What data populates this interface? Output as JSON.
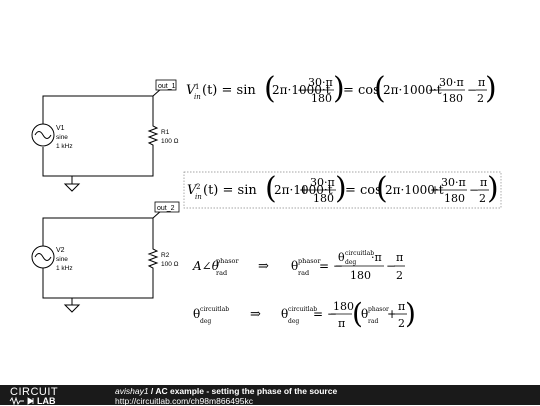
{
  "circuit1": {
    "net_label": "out_1",
    "source_name": "V1",
    "source_type": "sine",
    "source_freq": "1 kHz",
    "resistor_name": "R1",
    "resistor_value": "100 Ω"
  },
  "circuit2": {
    "net_label": "out_2",
    "source_name": "V2",
    "source_type": "sine",
    "source_freq": "1 kHz",
    "resistor_name": "R2",
    "resistor_value": "100 Ω"
  },
  "equations": {
    "eq1": {
      "lhs_V": "V",
      "lhs_sub": "in",
      "lhs_sup": "1",
      "t_arg": "(t) = sin",
      "pi_expr": "2π·1000·t",
      "minus": "−",
      "frac_num": "30·π",
      "frac_den": "180",
      "eq_cos": "= cos",
      "pi_expr2": "2π·1000·t",
      "frac_num2": "30·π",
      "frac_den2": "180",
      "frac_num3": "π",
      "frac_den3": "2"
    },
    "eq2": {
      "lhs_V": "V",
      "lhs_sub": "in",
      "lhs_sup": "2",
      "t_arg": "(t) = sin",
      "pi_expr": "2π·1000·t",
      "plus": "+",
      "frac_num": "30·π",
      "frac_den": "180",
      "eq_cos": "= cos",
      "pi_expr2": "2π·1000·t",
      "frac_num2": "30·π",
      "frac_den2": "180",
      "frac_num3": "π",
      "frac_den3": "2"
    },
    "eq3": {
      "lhs": "A∠θ",
      "lhs_sup": "phasor",
      "lhs_sub": "rad",
      "arrow": "⇒",
      "theta": "θ",
      "theta_sup": "phasor",
      "theta_sub": "rad",
      "eq": "= −",
      "num_theta": "θ",
      "num_sup": "circuitlab",
      "num_sub": "deg",
      "num_rest": "·π",
      "den": "180",
      "minus": "−",
      "pi_num": "π",
      "pi_den": "2"
    },
    "eq4": {
      "theta": "θ",
      "theta_sup": "circuitlab",
      "theta_sub": "deg",
      "arrow": "⇒",
      "rhs_theta": "θ",
      "rhs_sup": "circuitlab",
      "rhs_sub": "deg",
      "eq": "= −",
      "num": "180",
      "den": "π",
      "inner_theta": "θ",
      "inner_sup": "phasor",
      "inner_sub": "rad",
      "plus": "+",
      "pi_num": "π",
      "pi_den": "2"
    }
  },
  "footer": {
    "logo_top": "CIRCUIT",
    "logo_bottom": "LAB",
    "user": "avishay1",
    "separator": " / ",
    "title": "AC example - setting the phase of the source",
    "url": "http://circuitlab.com/ch98m866495kc"
  },
  "colors": {
    "footer_bg": "#1a1a1a",
    "wire": "#000000",
    "text": "#000000"
  }
}
